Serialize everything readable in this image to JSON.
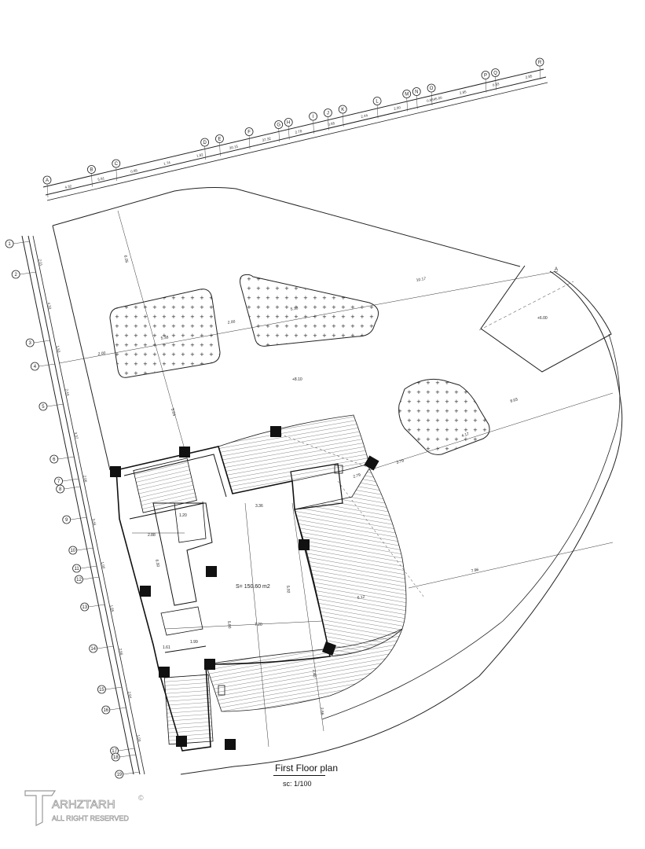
{
  "drawing": {
    "title": "First Floor plan",
    "scale": "sc: 1/100",
    "area_label": "S= 150.60 m2",
    "levels": [
      "+8.10",
      "+6.00"
    ],
    "section_marker": "A"
  },
  "grid_axes": {
    "top_letters": [
      "A",
      "B",
      "C",
      "D",
      "E",
      "F",
      "G",
      "H",
      "I",
      "J",
      "K",
      "L",
      "M",
      "N",
      "O",
      "P",
      "Q",
      "R"
    ],
    "top_dims": [
      "4.32",
      "5.81",
      "0.85",
      "1.74",
      "1.82",
      "30.15",
      "37.32",
      "2.78",
      "0.85",
      "2.44",
      "2.00",
      "0.8845.00",
      "2.85",
      "0.83",
      "2.85"
    ],
    "left_numbers": [
      "1",
      "2",
      "3",
      "4",
      "5",
      "6",
      "7",
      "8",
      "9",
      "10",
      "11",
      "12",
      "13",
      "14",
      "15",
      "16",
      "17",
      "18",
      "19"
    ],
    "left_dims": [
      "2.01",
      "4.33",
      "1.53",
      "2.43",
      "3.37",
      "2.06",
      "3.46",
      "1.00",
      "1.85",
      "2.66",
      "2.64",
      "1.03"
    ]
  },
  "plan_dims": [
    "6.05",
    "10.17",
    "2.00",
    "5.38",
    "2.00",
    "5.10",
    "8.03",
    "5.04",
    "4.17",
    "3.79",
    "2.79",
    "7.96",
    "6.50",
    "3.36",
    "7.20",
    "5.80",
    "5.92",
    "6.12",
    "2.40",
    "2.66",
    "1.20",
    "2.88",
    "1.61",
    "1.99"
  ],
  "watermark": {
    "brand": "ARHZTARH",
    "tagline": "ALL RIGHT RESERVED",
    "mark": "©"
  }
}
